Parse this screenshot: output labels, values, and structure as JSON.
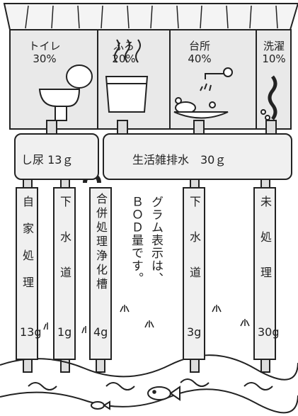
{
  "sources": [
    {
      "name": "トイレ",
      "pct": "30%"
    },
    {
      "name": "ふろ",
      "pct": "20%"
    },
    {
      "name": "台所",
      "pct": "40%"
    },
    {
      "name": "洗濯",
      "pct": "10%"
    }
  ],
  "wastewater": {
    "night_soil": "し尿 13ｇ",
    "gray_water": "生活雑排水　30ｇ"
  },
  "treatments": [
    {
      "name": "自家処理",
      "amount": "13g"
    },
    {
      "name": "下水道",
      "amount": "1g"
    },
    {
      "name": "合併処理浄化槽",
      "amount": "4g"
    },
    {
      "name": "下水道",
      "amount": "3g"
    },
    {
      "name": "未処理",
      "amount": "30g"
    }
  ],
  "note": {
    "line1": "グラム表示は、",
    "line2": "ＢＯＤ量です。"
  }
}
